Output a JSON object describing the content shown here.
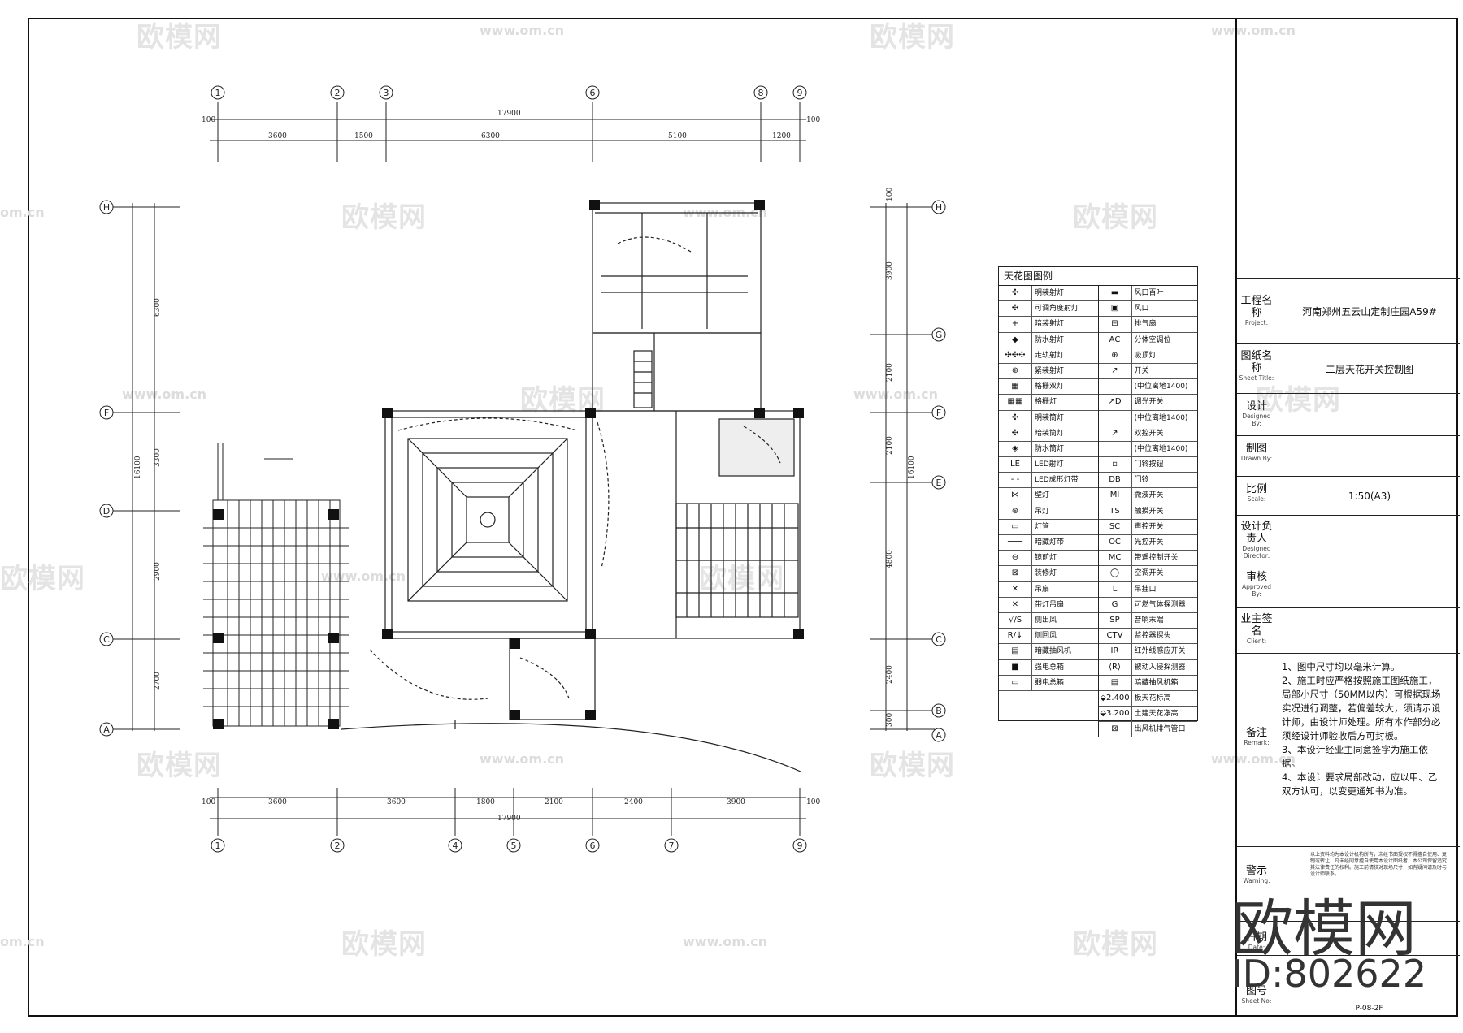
{
  "watermark": {
    "brand": "欧模网",
    "url": "www.om.cn",
    "url_left": "om.cn",
    "big": "欧模网",
    "id": "ID:802622"
  },
  "grid": {
    "top_axes": [
      "1",
      "2",
      "3",
      "6",
      "8",
      "9"
    ],
    "bottom_axes": [
      "1",
      "2",
      "4",
      "5",
      "6",
      "7",
      "9"
    ],
    "left_axes": [
      "H",
      "F",
      "D",
      "C",
      "A"
    ],
    "right_axes": [
      "H",
      "G",
      "F",
      "E",
      "C",
      "B",
      "A"
    ]
  },
  "dims": {
    "top_total": "17900",
    "top_segments": [
      "3600",
      "1500",
      "6300",
      "5100",
      "1200"
    ],
    "bottom_total": "17900",
    "bottom_segments": [
      "3600",
      "3600",
      "1800",
      "2100",
      "2400",
      "3900"
    ],
    "edge": "100",
    "left_total": "16100",
    "left_segments": [
      "6300",
      "3300",
      "2900",
      "2700"
    ],
    "right_total": "16100",
    "right_segments": [
      "3900",
      "2100",
      "2100",
      "4800",
      "2400",
      "300"
    ],
    "right_top": "100"
  },
  "legend": {
    "title": "天花图图例",
    "left": [
      {
        "sym": "✣",
        "label": "明装射灯"
      },
      {
        "sym": "✣",
        "label": "可调角度射灯"
      },
      {
        "sym": "+",
        "label": "暗装射灯"
      },
      {
        "sym": "◆",
        "label": "防水射灯"
      },
      {
        "sym": "✣✣✣",
        "label": "走轨射灯"
      },
      {
        "sym": "⊕",
        "label": "紧装射灯"
      },
      {
        "sym": "▦",
        "label": "格栅双灯"
      },
      {
        "sym": "▦▦",
        "label": "格栅灯"
      },
      {
        "sym": "✣",
        "label": "明装筒灯"
      },
      {
        "sym": "✣",
        "label": "暗装筒灯"
      },
      {
        "sym": "◈",
        "label": "防水筒灯"
      },
      {
        "sym": "LE",
        "label": "LED射灯"
      },
      {
        "sym": "- -",
        "label": "LED成形灯带"
      },
      {
        "sym": "⋈",
        "label": "壁灯"
      },
      {
        "sym": "⊛",
        "label": "吊灯"
      },
      {
        "sym": "▭",
        "label": "灯管"
      },
      {
        "sym": "───",
        "label": "暗藏灯带"
      },
      {
        "sym": "⊖",
        "label": "镜前灯"
      },
      {
        "sym": "⊠",
        "label": "装修灯"
      },
      {
        "sym": "✕",
        "label": "吊扇"
      },
      {
        "sym": "✕",
        "label": "带灯吊扇"
      },
      {
        "sym": "√/S",
        "label": "侧出风"
      },
      {
        "sym": "R/↓",
        "label": "侧回风"
      },
      {
        "sym": "▤",
        "label": "暗藏抽风机"
      },
      {
        "sym": "■",
        "label": "强电总箱"
      },
      {
        "sym": "▭",
        "label": "弱电总箱"
      }
    ],
    "right": [
      {
        "sym": "▬",
        "label": "风口百叶"
      },
      {
        "sym": "▣",
        "label": "风口"
      },
      {
        "sym": "⊟",
        "label": "排气扇"
      },
      {
        "sym": "AC",
        "label": "分体空调位"
      },
      {
        "sym": "⊕",
        "label": "吸顶灯"
      },
      {
        "sym": "↗",
        "label": "开关"
      },
      {
        "sym": "",
        "label": "(中位离地1400)"
      },
      {
        "sym": "↗D",
        "label": "调光开关"
      },
      {
        "sym": "",
        "label": "(中位离地1400)"
      },
      {
        "sym": "↗",
        "label": "双控开关"
      },
      {
        "sym": "",
        "label": "(中位离地1400)"
      },
      {
        "sym": "▫",
        "label": "门铃按钮"
      },
      {
        "sym": "DB",
        "label": "门铃"
      },
      {
        "sym": "MI",
        "label": "微波开关"
      },
      {
        "sym": "TS",
        "label": "触摸开关"
      },
      {
        "sym": "SC",
        "label": "声控开关"
      },
      {
        "sym": "OC",
        "label": "光控开关"
      },
      {
        "sym": "MC",
        "label": "带遥控制开关"
      },
      {
        "sym": "◯",
        "label": "空调开关"
      },
      {
        "sym": "L",
        "label": "吊挂口"
      },
      {
        "sym": "G",
        "label": "可燃气体探测器"
      },
      {
        "sym": "SP",
        "label": "音响末端"
      },
      {
        "sym": "CTV",
        "label": "监控器探头"
      },
      {
        "sym": "IR",
        "label": "红外线感应开关"
      },
      {
        "sym": "⟨R⟩",
        "label": "被动入侵探测器"
      },
      {
        "sym": "▤",
        "label": "暗藏抽风机箱"
      },
      {
        "sym": "⬙2.400",
        "label": "板天花标高"
      },
      {
        "sym": "⬙3.200",
        "label": "土建天花净高"
      },
      {
        "sym": "⊠",
        "label": "出风机排气管口"
      }
    ]
  },
  "titleblock": {
    "project_label": "工程名称",
    "project_en": "Project:",
    "project": "河南郑州五云山定制庄园A59#",
    "sheet_label": "图纸名称",
    "sheet_en": "Sheet Title:",
    "sheet": "二层天花开关控制图",
    "design_label": "设计",
    "design_en": "Designed By:",
    "drawn_label": "制图",
    "drawn_en": "Drawn By:",
    "scale_label": "比例",
    "scale_en": "Scale:",
    "scale": "1:50(A3)",
    "director_label": "设计负责人",
    "director_en": "Designed Director:",
    "approved_label": "审核",
    "approved_en": "Approved By:",
    "client_label": "业主签名",
    "client_en": "Client:",
    "remark_label": "备注",
    "remark_en": "Remark:",
    "notes": "1、图中尺寸均以毫米计算。\n2、施工时应严格按照施工图纸施工，局部小尺寸（50MM以内）可根据现场实况进行调整，若偏差较大，须请示设计师，由设计师处理。所有本作部分必须经设计师验收后方可封板。\n3、本设计经业主同意签字为施工依据。\n4、本设计要求局部改动，应以甲、乙双方认可，以变更通知书为准。",
    "warning_label": "警示",
    "warning_en": "Warning:",
    "warning_text": "以上资料均为本设计机构所有，未经书面授权不得擅自使用、复制或转让；凡未经同意擅自使用本设计图纸者，本公司保留追究其法律责任的权利。施工前请核对现场尺寸，如有疑问请及时与设计师联系。",
    "date_label": "日期",
    "date_en": "Date:",
    "sheetno_label": "图号",
    "sheetno_en": "Sheet No:",
    "sheetno": "P-08-2F"
  }
}
